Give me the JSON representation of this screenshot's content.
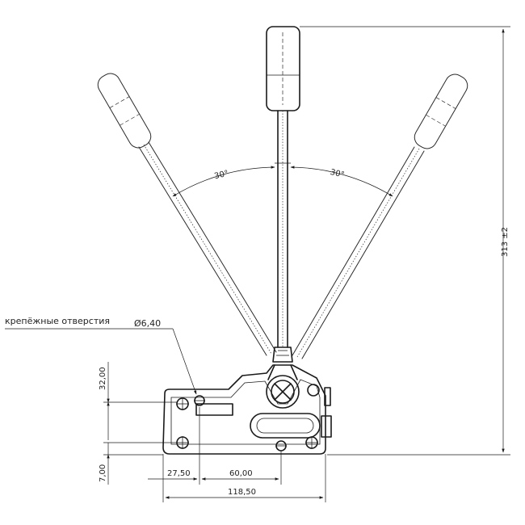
{
  "annotations": {
    "mounting_holes_label": "крепёжные отверстия",
    "hole_diameter": "Ø6,40",
    "angle_left": "30°",
    "angle_right": "30°",
    "overall_height": "313 ±2"
  },
  "dimensions": {
    "left_vertical_upper": "32,00",
    "left_vertical_lower": "7,00",
    "bottom_left": "27,50",
    "bottom_middle": "60,00",
    "overall_width": "118,50"
  }
}
